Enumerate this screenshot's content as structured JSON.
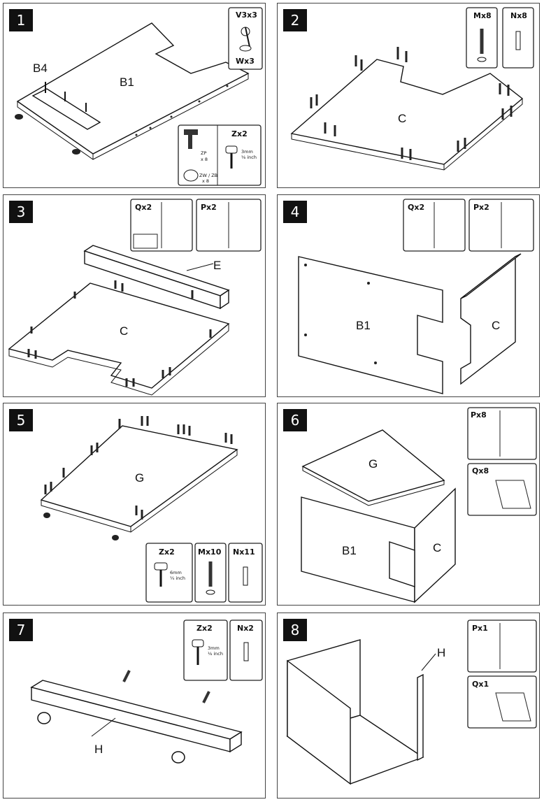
{
  "steps": [
    {
      "number": "1",
      "parts": [
        "B1",
        "B4"
      ],
      "insets": [
        "V3x3",
        "Wx3",
        "Zx2"
      ],
      "inset_notes": [
        "ZP",
        "x 8",
        "ZW / ZB",
        "x 8",
        "3mm",
        "¹⁄₈ inch"
      ]
    },
    {
      "number": "2",
      "parts": [
        "C"
      ],
      "insets": [
        "Mx8",
        "Nx8"
      ]
    },
    {
      "number": "3",
      "parts": [
        "E",
        "C"
      ],
      "insets": [
        "Qx2",
        "Px2"
      ]
    },
    {
      "number": "4",
      "parts": [
        "B1",
        "C"
      ],
      "insets": [
        "Qx2",
        "Px2"
      ]
    },
    {
      "number": "5",
      "parts": [
        "G"
      ],
      "insets": [
        "Zx2",
        "Mx10",
        "Nx11"
      ],
      "inset_notes": [
        "6mm",
        "¼ inch"
      ]
    },
    {
      "number": "6",
      "parts": [
        "G",
        "B1",
        "C"
      ],
      "insets": [
        "Px8",
        "Qx8"
      ]
    },
    {
      "number": "7",
      "parts": [
        "H"
      ],
      "insets": [
        "Zx2",
        "Nx2"
      ],
      "inset_notes": [
        "3mm",
        "¹⁄₈ inch"
      ]
    },
    {
      "number": "8",
      "parts": [
        "H"
      ],
      "insets": [
        "Px1",
        "Qx1"
      ]
    }
  ]
}
